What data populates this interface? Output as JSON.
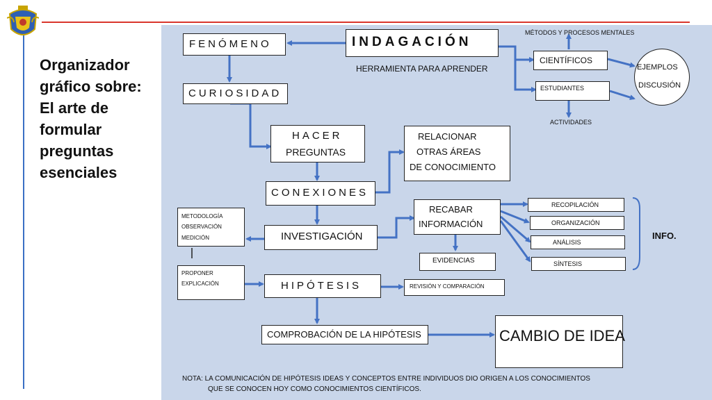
{
  "sidebar": {
    "title": "Organizador gráfico sobre: El arte de formular preguntas esenciales"
  },
  "colors": {
    "accent_red": "#d9352b",
    "line_blue": "#4472c4",
    "panel_bg": "#c9d6ea"
  },
  "nodes": {
    "indagacion": "INDAGACIÓN",
    "herramienta": "HERRAMIENTA PARA APRENDER",
    "metodos": "MÉTODOS Y PROCESOS MENTALES",
    "cientificos": "CIENTÍFICOS",
    "estudiantes": "ESTUDIANTES",
    "actividades": "ACTIVIDADES",
    "ejemplos": "EJEMPLOS",
    "discusion": "DISCUSIÓN",
    "fenomeno": "FENÓMENO",
    "curiosidad": "CURIOSIDAD",
    "hacer_l1": "HACER",
    "hacer_l2": "PREGUNTAS",
    "relacionar_l1": "RELACIONAR",
    "relacionar_l2": "OTRAS ÁREAS",
    "relacionar_l3": "DE CONOCIMIENTO",
    "conexiones": "CONEXIONES",
    "metodologia_l1": "METODOLOGÍA",
    "metodologia_l2": "OBSERVACIÓN",
    "metodologia_l3": "MEDICIÓN",
    "investigacion": "INVESTIGACIÓN",
    "recabar_l1": "RECABAR",
    "recabar_l2": "INFORMACIÓN",
    "recopilacion": "RECOPILACIÓN",
    "organizacion": "ORGANIZACIÓN",
    "analisis": "ANÁLISIS",
    "sintesis": "SÍNTESIS",
    "info": "INFO.",
    "evidencias": "EVIDENCIAS",
    "proponer_l1": "PROPONER",
    "proponer_l2": "EXPLICACIÓN",
    "hipotesis": "HIPÓTESIS",
    "revision": "REVISIÓN Y COMPARACIÓN",
    "comprobacion": "COMPROBACIÓN DE LA HIPÓTESIS",
    "cambio": "CAMBIO DE IDEA"
  },
  "note": {
    "line1": "NOTA: LA COMUNICACIÓN DE HIPÓTESIS IDEAS Y CONCEPTOS ENTRE INDIVIDUOS DIO ORIGEN A LOS CONOCIMIENTOS",
    "line2": "QUE SE CONOCEN HOY COMO CONOCIMIENTOS CIENTÍFICOS."
  }
}
